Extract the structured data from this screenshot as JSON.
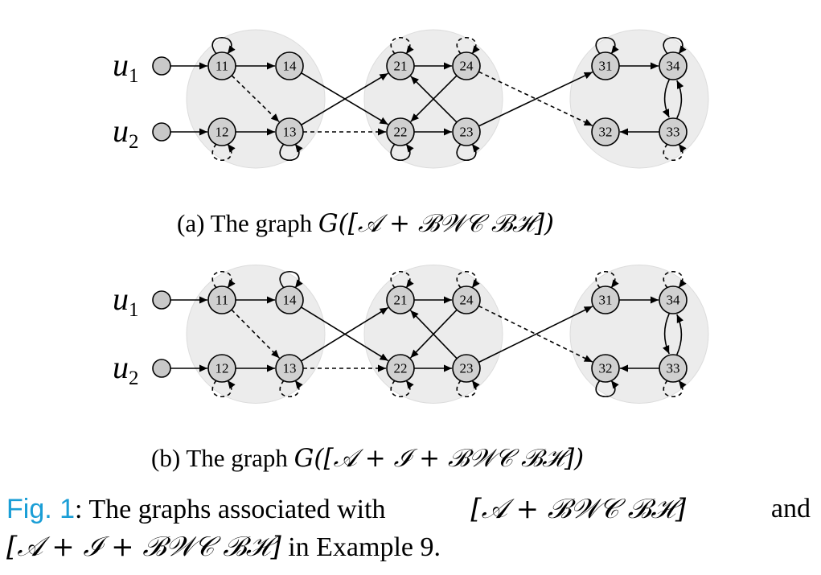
{
  "inputs": [
    "u1",
    "u2"
  ],
  "input_symbols": [
    {
      "base": "u",
      "sub": "1"
    },
    {
      "base": "u",
      "sub": "2"
    }
  ],
  "node_labels": [
    "11",
    "12",
    "13",
    "14",
    "21",
    "22",
    "23",
    "24",
    "31",
    "32",
    "33",
    "34"
  ],
  "subfigures": [
    {
      "id": "a",
      "caption_prefix": "(a) The graph ",
      "caption_math": "G([𝒜 + ℬ𝒲𝒞    ℬℋ])",
      "edges": [
        {
          "from": "u1",
          "to": "11",
          "style": "solid"
        },
        {
          "from": "u2",
          "to": "12",
          "style": "solid"
        },
        {
          "from": "11",
          "to": "14",
          "style": "solid"
        },
        {
          "from": "12",
          "to": "13",
          "style": "solid"
        },
        {
          "from": "11",
          "to": "13",
          "style": "dashed"
        },
        {
          "from": "14",
          "to": "22",
          "style": "solid"
        },
        {
          "from": "13",
          "to": "21",
          "style": "solid"
        },
        {
          "from": "13",
          "to": "22",
          "style": "dashed"
        },
        {
          "from": "21",
          "to": "24",
          "style": "solid"
        },
        {
          "from": "22",
          "to": "23",
          "style": "solid"
        },
        {
          "from": "24",
          "to": "22",
          "style": "solid"
        },
        {
          "from": "23",
          "to": "21",
          "style": "solid"
        },
        {
          "from": "23",
          "to": "31",
          "style": "solid"
        },
        {
          "from": "24",
          "to": "32",
          "style": "dashed"
        },
        {
          "from": "31",
          "to": "34",
          "style": "solid"
        },
        {
          "from": "33",
          "to": "32",
          "style": "solid"
        },
        {
          "from": "34",
          "to": "33",
          "style": "solid"
        },
        {
          "from": "33",
          "to": "34",
          "style": "solid"
        }
      ],
      "self_loops": [
        {
          "node": "11",
          "style": "solid"
        },
        {
          "node": "12",
          "style": "dashed"
        },
        {
          "node": "13",
          "style": "solid"
        },
        {
          "node": "21",
          "style": "dashed"
        },
        {
          "node": "24",
          "style": "dashed"
        },
        {
          "node": "22",
          "style": "solid"
        },
        {
          "node": "23",
          "style": "solid"
        },
        {
          "node": "31",
          "style": "solid"
        },
        {
          "node": "34",
          "style": "solid"
        },
        {
          "node": "33",
          "style": "dashed"
        }
      ]
    },
    {
      "id": "b",
      "caption_prefix": "(b) The graph ",
      "caption_math": "G([𝒜 + ℐ + ℬ𝒲𝒞    ℬℋ])",
      "edges": [
        {
          "from": "u1",
          "to": "11",
          "style": "solid"
        },
        {
          "from": "u2",
          "to": "12",
          "style": "solid"
        },
        {
          "from": "11",
          "to": "14",
          "style": "solid"
        },
        {
          "from": "12",
          "to": "13",
          "style": "solid"
        },
        {
          "from": "11",
          "to": "13",
          "style": "dashed"
        },
        {
          "from": "14",
          "to": "22",
          "style": "solid"
        },
        {
          "from": "13",
          "to": "21",
          "style": "solid"
        },
        {
          "from": "13",
          "to": "22",
          "style": "dashed"
        },
        {
          "from": "21",
          "to": "24",
          "style": "solid"
        },
        {
          "from": "22",
          "to": "23",
          "style": "solid"
        },
        {
          "from": "24",
          "to": "22",
          "style": "solid"
        },
        {
          "from": "23",
          "to": "21",
          "style": "solid"
        },
        {
          "from": "23",
          "to": "31",
          "style": "solid"
        },
        {
          "from": "24",
          "to": "32",
          "style": "dashed"
        },
        {
          "from": "31",
          "to": "34",
          "style": "solid"
        },
        {
          "from": "33",
          "to": "32",
          "style": "solid"
        },
        {
          "from": "34",
          "to": "33",
          "style": "solid"
        },
        {
          "from": "33",
          "to": "34",
          "style": "solid"
        }
      ],
      "self_loops": [
        {
          "node": "11",
          "style": "dashed"
        },
        {
          "node": "14",
          "style": "solid"
        },
        {
          "node": "12",
          "style": "dashed"
        },
        {
          "node": "13",
          "style": "dashed"
        },
        {
          "node": "21",
          "style": "dashed"
        },
        {
          "node": "24",
          "style": "dashed"
        },
        {
          "node": "22",
          "style": "dashed"
        },
        {
          "node": "23",
          "style": "dashed"
        },
        {
          "node": "31",
          "style": "dashed"
        },
        {
          "node": "34",
          "style": "dashed"
        },
        {
          "node": "32",
          "style": "solid"
        },
        {
          "node": "33",
          "style": "dashed"
        }
      ]
    }
  ],
  "figure_caption": {
    "label": "Fig. 1",
    "text_part1": ": The graphs associated with ",
    "math1": "[𝒜 + ℬ𝒲𝒞    ℬℋ]",
    "and": "and",
    "math2": "[𝒜 + ℐ + ℬ𝒲𝒞    ℬℋ]",
    "text_part2": " in Example 9."
  }
}
